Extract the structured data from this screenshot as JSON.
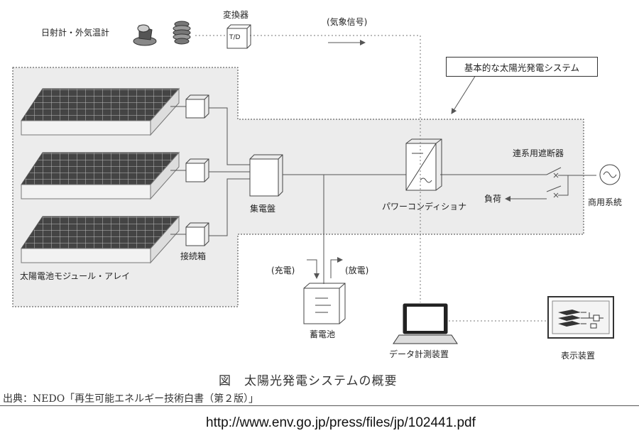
{
  "labels": {
    "pyranometer": "日射計・外気温計",
    "converter": "変換器",
    "converter_glyph": "T/D",
    "weather_signal": "(気象信号)",
    "system_tag": "基本的な太陽光発電システム",
    "interconnect_breaker": "連系用遮断器",
    "grid": "商用系統",
    "load": "負荷",
    "power_conditioner": "パワーコンディショナ",
    "collection_panel": "集電盤",
    "junction_box": "接続箱",
    "pv_array": "太陽電池モジュール・アレイ",
    "charge": "(充電)",
    "discharge": "(放電)",
    "battery": "蓄電池",
    "data_logger": "データ計測装置",
    "display": "表示装置"
  },
  "caption": "図　太陽光発電システムの概要",
  "source": "出典：NEDO「再生可能エネルギー技術白書（第２版）」",
  "url": "http://www.env.go.jp/press/files/jp/102441.pdf"
}
